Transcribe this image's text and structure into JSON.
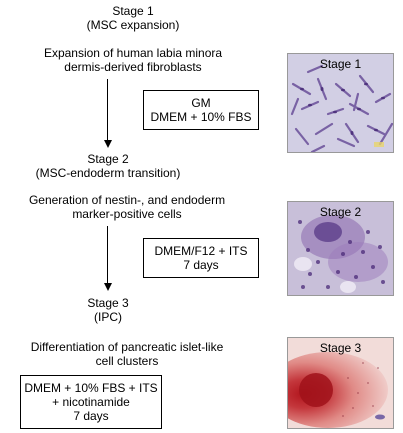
{
  "stage1": {
    "title": "Stage 1",
    "subtitle": "(MSC expansion)",
    "desc_line1": "Expansion of human labia minora",
    "desc_line2": "dermis-derived fibroblasts",
    "box_line1": "GM",
    "box_line2": "DMEM + 10% FBS",
    "photo_label": "Stage 1"
  },
  "stage2": {
    "title": "Stage 2",
    "subtitle": "(MSC-endoderm transition)",
    "desc_line1": "Generation of nestin-, and endoderm",
    "desc_line2": "marker-positive cells",
    "box_line1": "DMEM/F12 + ITS",
    "box_line2": "7 days",
    "photo_label": "Stage 2"
  },
  "stage3": {
    "title": "Stage 3",
    "subtitle": "(IPC)",
    "desc_line1": "Differentiation of pancreatic islet-like",
    "desc_line2": "cell clusters",
    "box_line1": "DMEM + 10% FBS + ITS",
    "box_line2": "+ nicotinamide",
    "box_line3": "7 days",
    "photo_label": "Stage 3"
  }
}
